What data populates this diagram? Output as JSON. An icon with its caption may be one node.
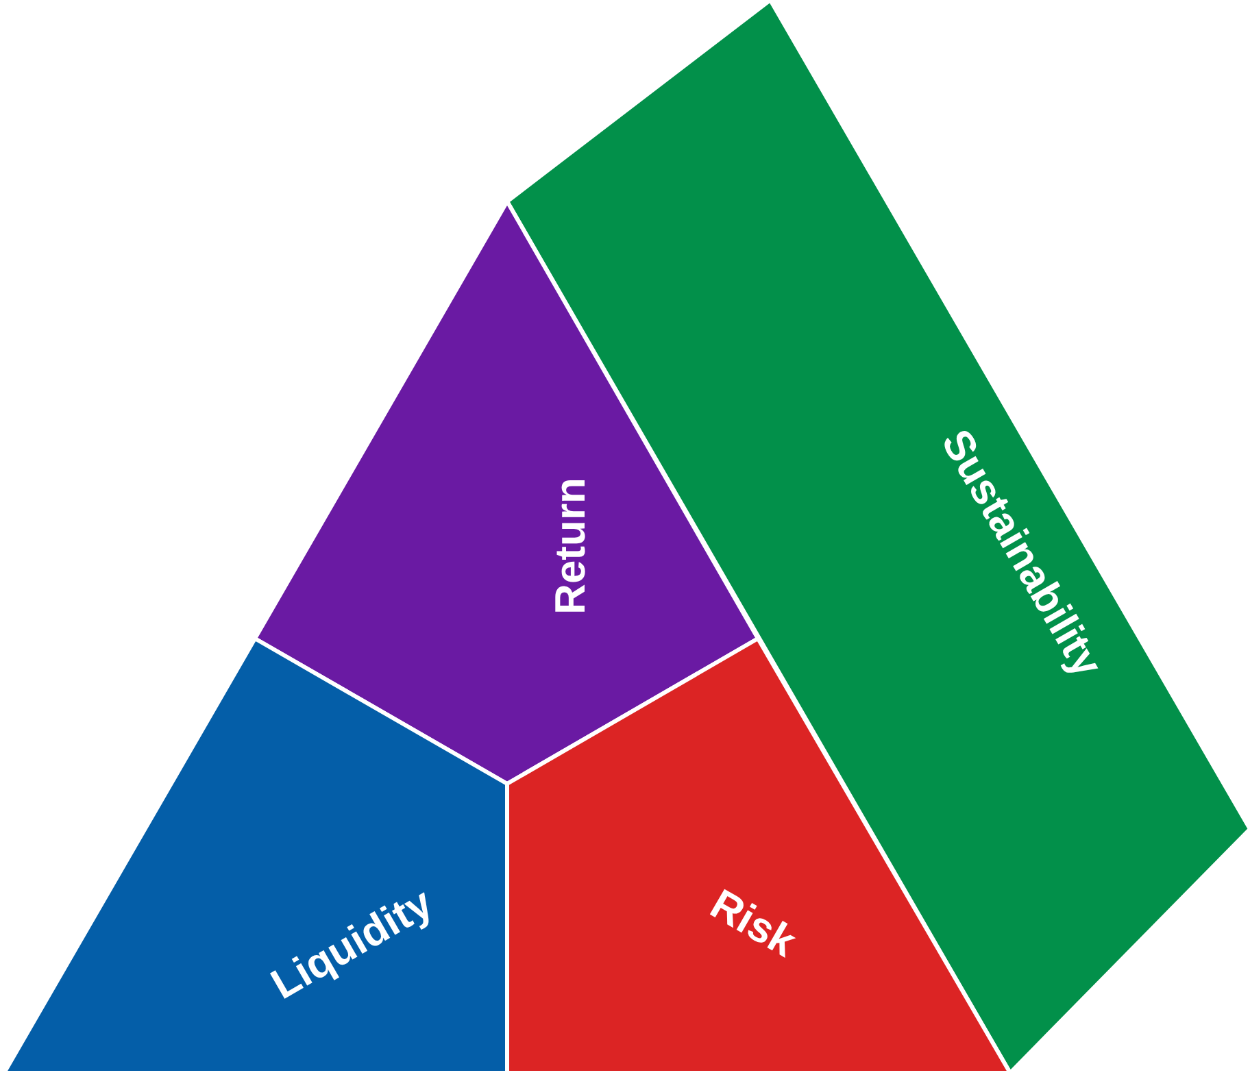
{
  "diagram": {
    "nodes": [
      {
        "text": [
          "Return"
        ]
      },
      {
        "text": [
          "Liquidity"
        ]
      },
      {
        "text": [
          "Risk"
        ]
      },
      {
        "text": [
          "Sustainability"
        ]
      }
    ]
  }
}
